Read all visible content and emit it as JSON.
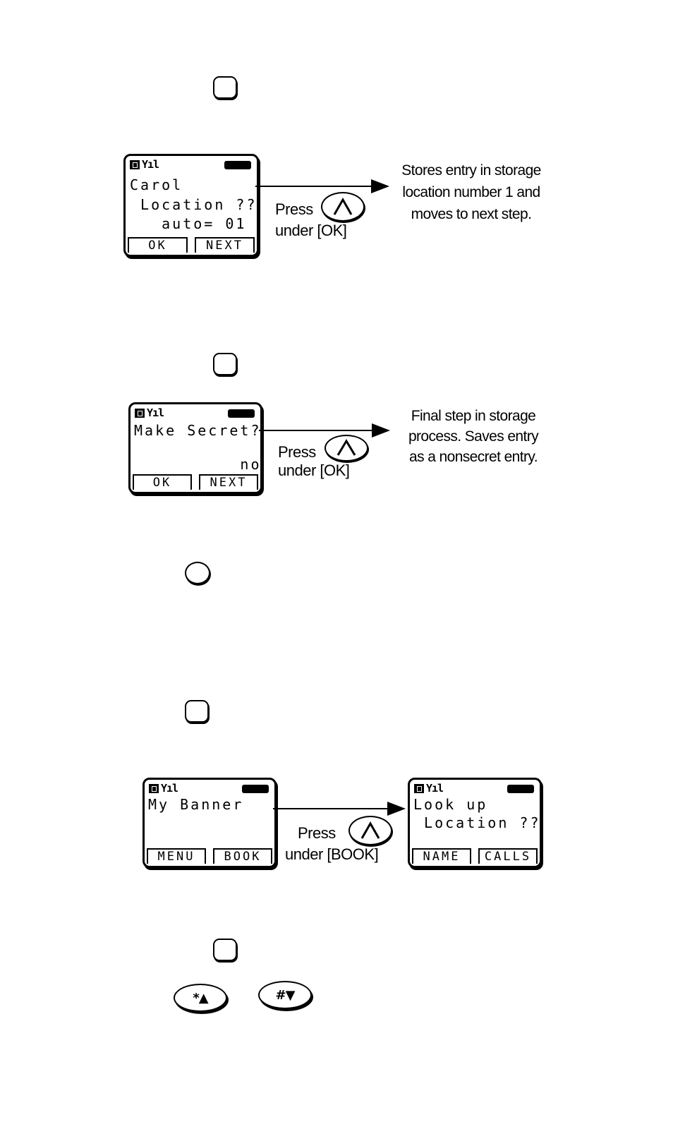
{
  "screens": {
    "carol": {
      "lines": [
        "Carol",
        " Location ??",
        "   auto= 01"
      ],
      "softkeys": [
        "OK",
        "NEXT"
      ]
    },
    "secret": {
      "lines": [
        "Make Secret?",
        "",
        "          no"
      ],
      "softkeys": [
        "OK",
        "NEXT"
      ]
    },
    "banner": {
      "lines": [
        "My Banner"
      ],
      "softkeys": [
        "MENU",
        "BOOK"
      ]
    },
    "lookup": {
      "lines": [
        "Look up",
        " Location ??"
      ],
      "softkeys": [
        "NAME",
        "CALLS"
      ]
    }
  },
  "status_icon": "signal-strength-icon",
  "press_labels": {
    "step1": {
      "press": "Press",
      "under": "under [OK]"
    },
    "step2": {
      "press": "Press",
      "under": "under [OK]"
    },
    "step3": {
      "press": "Press",
      "under": "under [BOOK]"
    }
  },
  "descriptions": {
    "step1": [
      "Stores entry in storage",
      "location number 1 and",
      "moves to next step."
    ],
    "step2": [
      "Final step in storage",
      "process. Saves entry",
      "as a nonsecret entry."
    ]
  },
  "keys": {
    "star": "*▲",
    "pound": "#▼"
  }
}
